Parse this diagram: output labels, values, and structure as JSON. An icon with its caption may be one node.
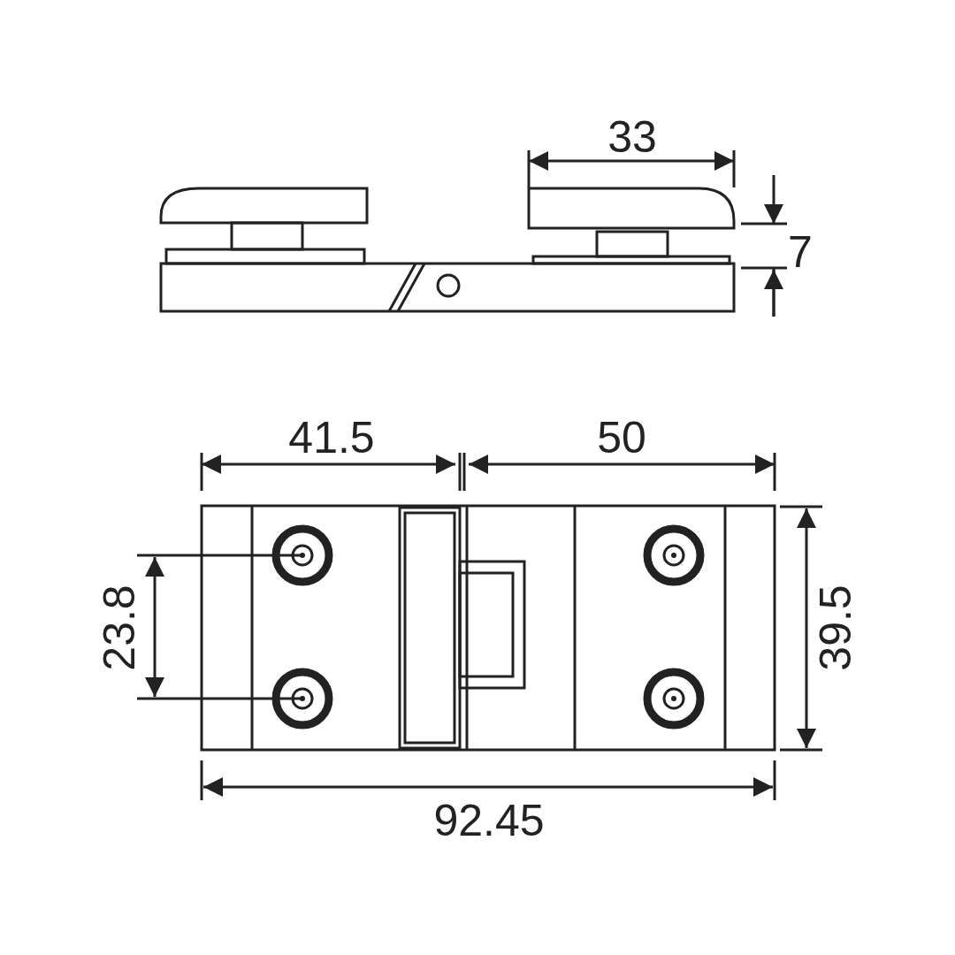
{
  "diagram": {
    "labels": [
      "33",
      "7",
      "41.5",
      "50",
      "23.8",
      "39.5",
      "92.45"
    ]
  }
}
